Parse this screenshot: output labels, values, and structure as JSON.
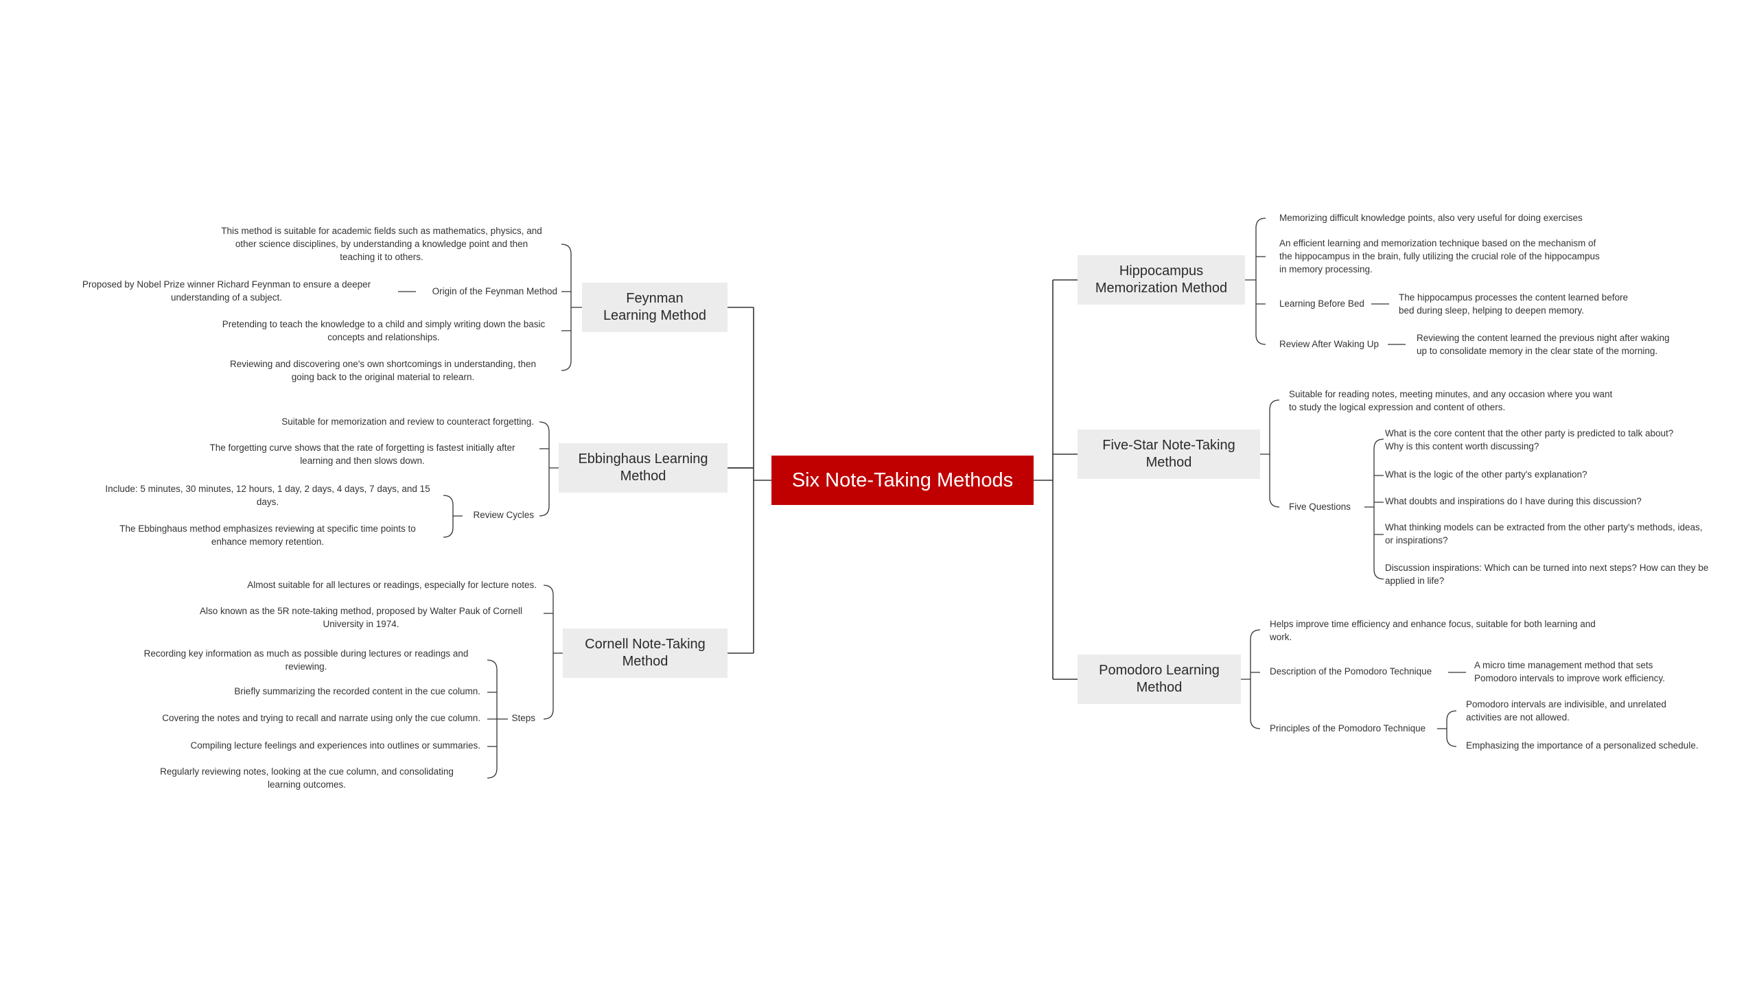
{
  "root": {
    "label": "Six Note-Taking Methods"
  },
  "branches": {
    "feynman": {
      "label": "Feynman\nLearning Method",
      "items": [
        "This method is suitable for academic fields such as mathematics, physics, and\nother science disciplines, by understanding a knowledge point and then\nteaching it to others.",
        "Origin of the Feynman Method",
        "Pretending to teach the knowledge to a child and simply writing down the basic\nconcepts and relationships.",
        "Reviewing and discovering one's own shortcomings in understanding, then\ngoing back to the original material to relearn."
      ],
      "origin_detail": "Proposed by Nobel Prize winner Richard Feynman to ensure a deeper\nunderstanding of a subject."
    },
    "ebbinghaus": {
      "label": "Ebbinghaus Learning\nMethod",
      "items": [
        "Suitable for memorization and review to counteract forgetting.",
        "The forgetting curve shows that the rate of forgetting is fastest initially after\nlearning and then slows down.",
        "Review Cycles"
      ],
      "review_details": [
        "Include: 5 minutes, 30 minutes, 12 hours, 1 day, 2 days, 4 days, 7 days, and 15\ndays.",
        "The Ebbinghaus method emphasizes reviewing at specific time points to\nenhance memory retention."
      ]
    },
    "cornell": {
      "label": "Cornell Note-Taking\nMethod",
      "items": [
        "Almost suitable for all lectures or readings, especially for lecture notes.",
        "Also known as the 5R note-taking method, proposed by Walter Pauk of Cornell\nUniversity in 1974.",
        "Steps"
      ],
      "steps": [
        "Recording key information as much as possible during lectures or readings and\nreviewing.",
        "Briefly summarizing the recorded content in the cue column.",
        "Covering the notes and trying to recall and narrate using only the cue column.",
        "Compiling lecture feelings and experiences into outlines or summaries.",
        "Regularly reviewing notes, looking at the cue column, and consolidating\nlearning outcomes."
      ]
    },
    "hippocampus": {
      "label": "Hippocampus\nMemorization Method",
      "items": [
        "Memorizing difficult knowledge points, also very useful for doing exercises",
        "An efficient learning and memorization technique based on the mechanism of\nthe hippocampus in the brain, fully utilizing the crucial role of the hippocampus\nin memory processing.",
        "Learning Before Bed",
        "Review After Waking Up"
      ],
      "bed_detail": "The hippocampus processes the content learned before\nbed during sleep, helping to deepen memory.",
      "wake_detail": "Reviewing the content learned the previous night after waking\nup to consolidate memory in the clear state of the morning."
    },
    "fivestar": {
      "label": "Five-Star Note-Taking\nMethod",
      "items": [
        "Suitable for reading notes, meeting minutes, and any occasion where you want\nto study the logical expression and content of others.",
        "Five Questions"
      ],
      "questions": [
        "What is the core content that the other party is predicted to talk about?\nWhy is this content worth discussing?",
        "What is the logic of the other party's explanation?",
        "What doubts and inspirations do I have during this discussion?",
        "What thinking models can be extracted from the other party's methods, ideas,\nor inspirations?",
        "Discussion inspirations: Which can be turned into next steps? How can they be\napplied in life?"
      ]
    },
    "pomodoro": {
      "label": "Pomodoro Learning\nMethod",
      "items": [
        "Helps improve time efficiency and enhance focus, suitable for both learning and\nwork.",
        "Description of the Pomodoro Technique",
        "Principles of the Pomodoro Technique"
      ],
      "description_detail": "A micro time management method that sets\nPomodoro intervals to improve work efficiency.",
      "principles": [
        "Pomodoro intervals are indivisible, and unrelated\nactivities are not allowed.",
        "Emphasizing the importance of a personalized schedule."
      ]
    }
  },
  "colors": {
    "root_bg": "#c00000",
    "branch_bg": "#ececec",
    "line": "#333333",
    "text": "#333333"
  }
}
